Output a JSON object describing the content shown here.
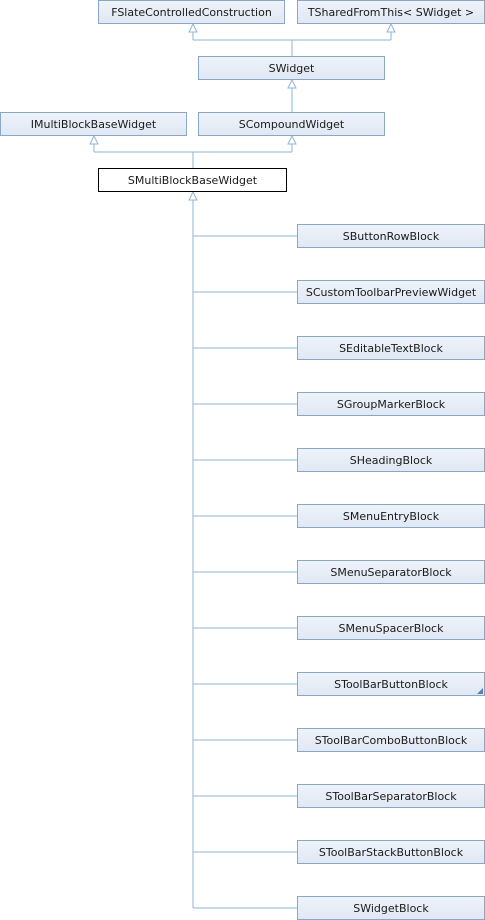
{
  "colors": {
    "edge": "#8fb6d6",
    "node_border": "#8aa7c6",
    "current_border": "#000000"
  },
  "nodes": {
    "fslate": "FSlateControlledConstruction",
    "tshared": "TSharedFromThis< SWidget >",
    "swidget": "SWidget",
    "imulti": "IMultiBlockBaseWidget",
    "scompound": "SCompoundWidget",
    "current": "SMultiBlockBaseWidget"
  },
  "children": [
    "SButtonRowBlock",
    "SCustomToolbarPreviewWidget",
    "SEditableTextBlock",
    "SGroupMarkerBlock",
    "SHeadingBlock",
    "SMenuEntryBlock",
    "SMenuSeparatorBlock",
    "SMenuSpacerBlock",
    "SToolBarButtonBlock",
    "SToolBarComboButtonBlock",
    "SToolBarSeparatorBlock",
    "SToolBarStackButtonBlock",
    "SWidgetBlock"
  ]
}
